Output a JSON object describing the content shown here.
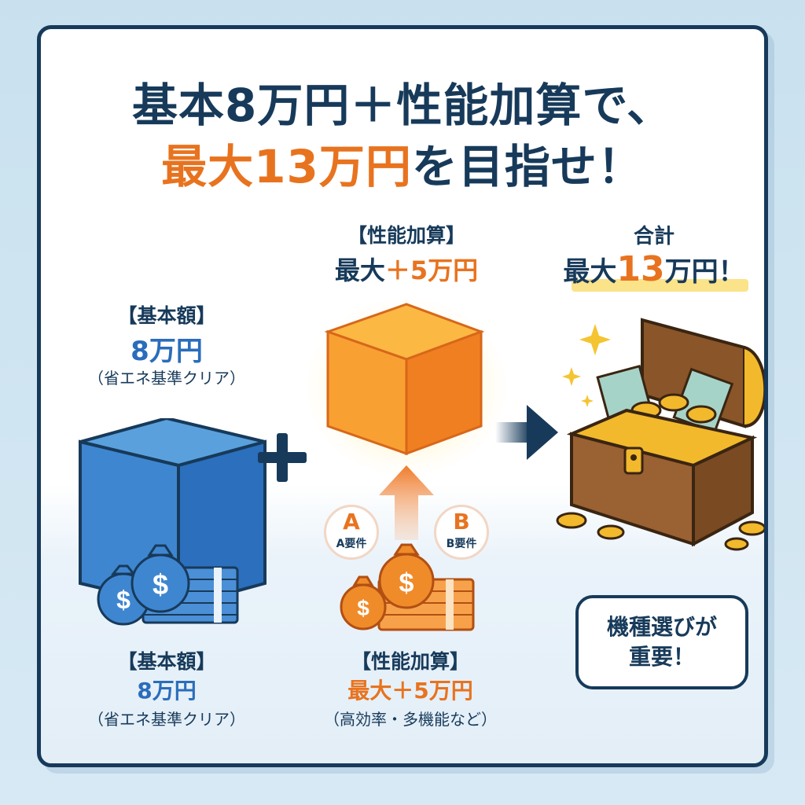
{
  "headline": {
    "line1": "基本8万円＋性能加算で、",
    "line2_highlight": "最大13万円",
    "line2_rest": "を目指せ！"
  },
  "base_block": {
    "label": "【基本額】",
    "amount": "8万円",
    "condition": "（省エネ基準クリア）"
  },
  "performance_block": {
    "label": "【性能加算】",
    "amount_prefix": "最大",
    "amount_value": "＋5万円",
    "requirements": [
      {
        "letter": "A",
        "label": "A要件"
      },
      {
        "letter": "B",
        "label": "B要件"
      }
    ]
  },
  "total_block": {
    "label": "合計",
    "prefix": "最大",
    "value": "13",
    "suffix": "万円！"
  },
  "bottom_base": {
    "label": "【基本額】",
    "amount": "8万円",
    "condition": "（省エネ基準クリア）"
  },
  "bottom_performance": {
    "label": "【性能加算】",
    "amount": "最大＋5万円",
    "condition": "（高効率・多機能など）"
  },
  "callout": {
    "line1": "機種選びが",
    "line2": "重要！"
  },
  "operators": {
    "plus": "+",
    "arrow": "→"
  },
  "colors": {
    "navy": "#173a5a",
    "orange": "#e8731f",
    "blue": "#2a6dbb",
    "gold": "#f2b92c",
    "highlight_yellow": "#fbe38a",
    "background": "#c9e1ef"
  }
}
